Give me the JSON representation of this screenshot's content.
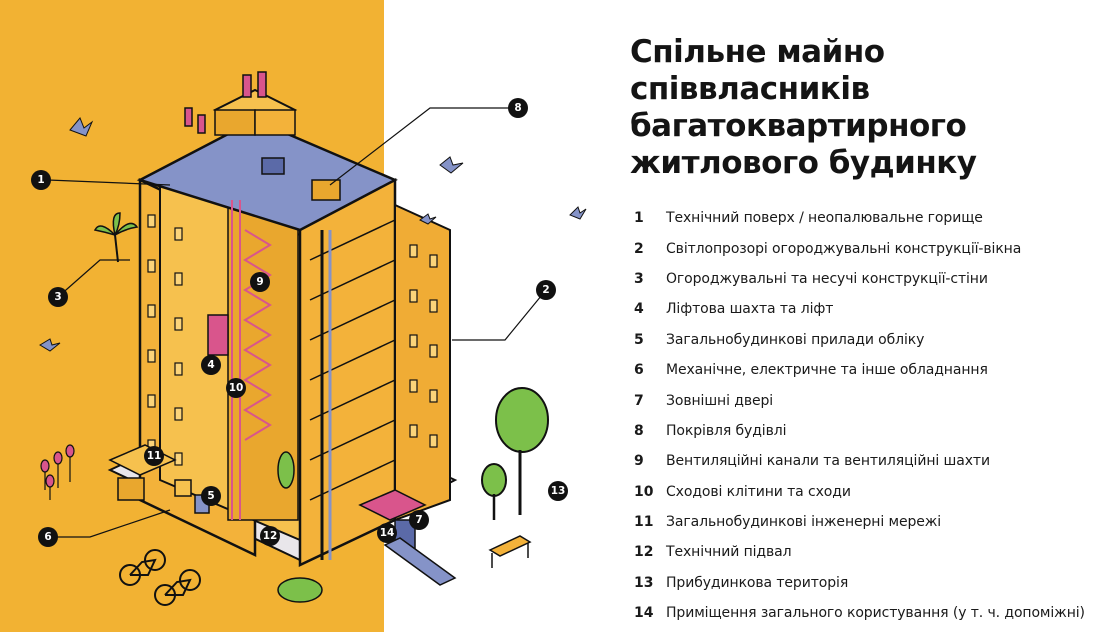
{
  "title_lines": [
    "Спільне майно",
    "співвласників",
    "багатоквартирного",
    "житлового будинку"
  ],
  "legend": [
    {
      "num": "1",
      "text": "Технічний поверх / неопалювальне горище"
    },
    {
      "num": "2",
      "text": "Світлопрозорі огороджувальні конструкції-вікна"
    },
    {
      "num": "3",
      "text": "Огороджувальні та несучі конструкції-стіни"
    },
    {
      "num": "4",
      "text": "Ліфтова шахта та ліфт"
    },
    {
      "num": "5",
      "text": "Загальнобудинкові прилади обліку"
    },
    {
      "num": "6",
      "text": "Механічне, електричне та інше обладнання"
    },
    {
      "num": "7",
      "text": "Зовнішні двері"
    },
    {
      "num": "8",
      "text": "Покрівля будівлі"
    },
    {
      "num": "9",
      "text": "Вентиляційні канали та вентиляційні шахти"
    },
    {
      "num": "10",
      "text": "Сходові клітини та сходи"
    },
    {
      "num": "11",
      "text": "Загальнобудинкові інженерні мережі"
    },
    {
      "num": "12",
      "text": "Технічний підвал"
    },
    {
      "num": "13",
      "text": "Прибудинкова територія"
    },
    {
      "num": "14",
      "text": "Приміщення загального користування (у т. ч. допоміжні)"
    }
  ],
  "callouts": [
    "1",
    "2",
    "3",
    "4",
    "5",
    "6",
    "7",
    "8",
    "9",
    "10",
    "11",
    "12",
    "13",
    "14"
  ],
  "colors": {
    "background_panel": "#f2b233",
    "building": "#f3b23a",
    "building_dark": "#d7931f",
    "accent_pink": "#d9558c",
    "accent_blue": "#5b6aa8",
    "tree_green": "#7cc04a",
    "text": "#141414"
  }
}
